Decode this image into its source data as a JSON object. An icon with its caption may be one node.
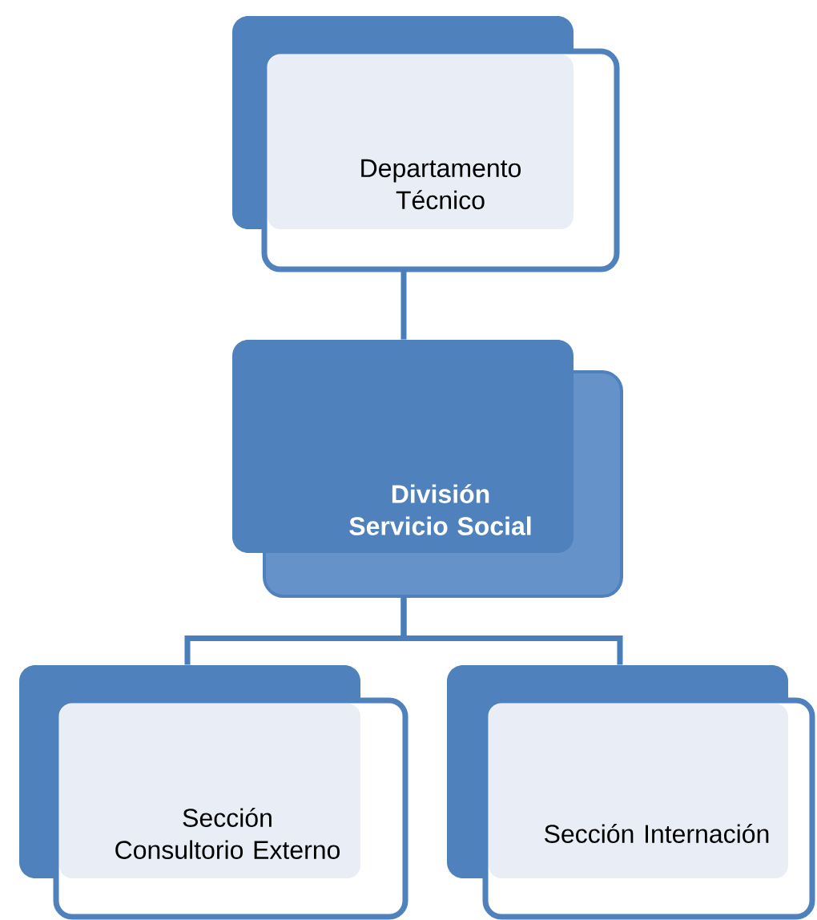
{
  "diagram": {
    "nodes": [
      {
        "text": [
          "Departamento Técnico"
        ]
      },
      {
        "text": [
          "División Servicio Social"
        ]
      },
      {
        "text": [
          "Sección Consultorio Externo"
        ]
      },
      {
        "text": [
          "Sección Internación"
        ]
      }
    ],
    "edges": [
      {
        "from": 0,
        "to": 1,
        "arrow": "none"
      },
      {
        "from": 1,
        "to": 2,
        "arrow": "none"
      },
      {
        "from": 1,
        "to": 3,
        "arrow": "none"
      }
    ]
  }
}
